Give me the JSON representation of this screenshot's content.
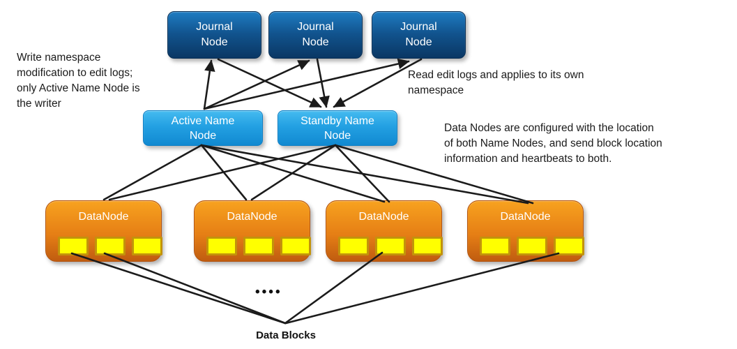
{
  "nodes": {
    "journal": [
      {
        "label": "Journal\nNode"
      },
      {
        "label": "Journal\nNode"
      },
      {
        "label": "Journal\nNode"
      }
    ],
    "active_name_node": {
      "label": "Active Name\nNode"
    },
    "standby_name_node": {
      "label": "Standby Name\nNode"
    },
    "data_nodes": [
      {
        "label": "DataNode"
      },
      {
        "label": "DataNode"
      },
      {
        "label": "DataNode"
      },
      {
        "label": "DataNode"
      }
    ]
  },
  "annotations": {
    "write_note": "Write namespace\nmodification to edit logs;\nonly Active Name Node is\nthe writer",
    "read_note": "Read edit logs and applies to its own\nnamespace",
    "datanode_note": "Data Nodes are configured with the location\nof both Name Nodes, and send block location\ninformation and heartbeats to both.",
    "ellipsis": "••••",
    "data_blocks_label": "Data Blocks"
  },
  "colors": {
    "journal_node_top": "#1f7cc2",
    "journal_node_bottom": "#0a3764",
    "name_node_top": "#45bbf0",
    "name_node_bottom": "#1189d1",
    "data_node_top": "#f7a21f",
    "data_node_bottom": "#c05c10",
    "data_block_fill": "#ffff00",
    "connector": "#1b1b1b",
    "text": "#1a1a1a"
  }
}
